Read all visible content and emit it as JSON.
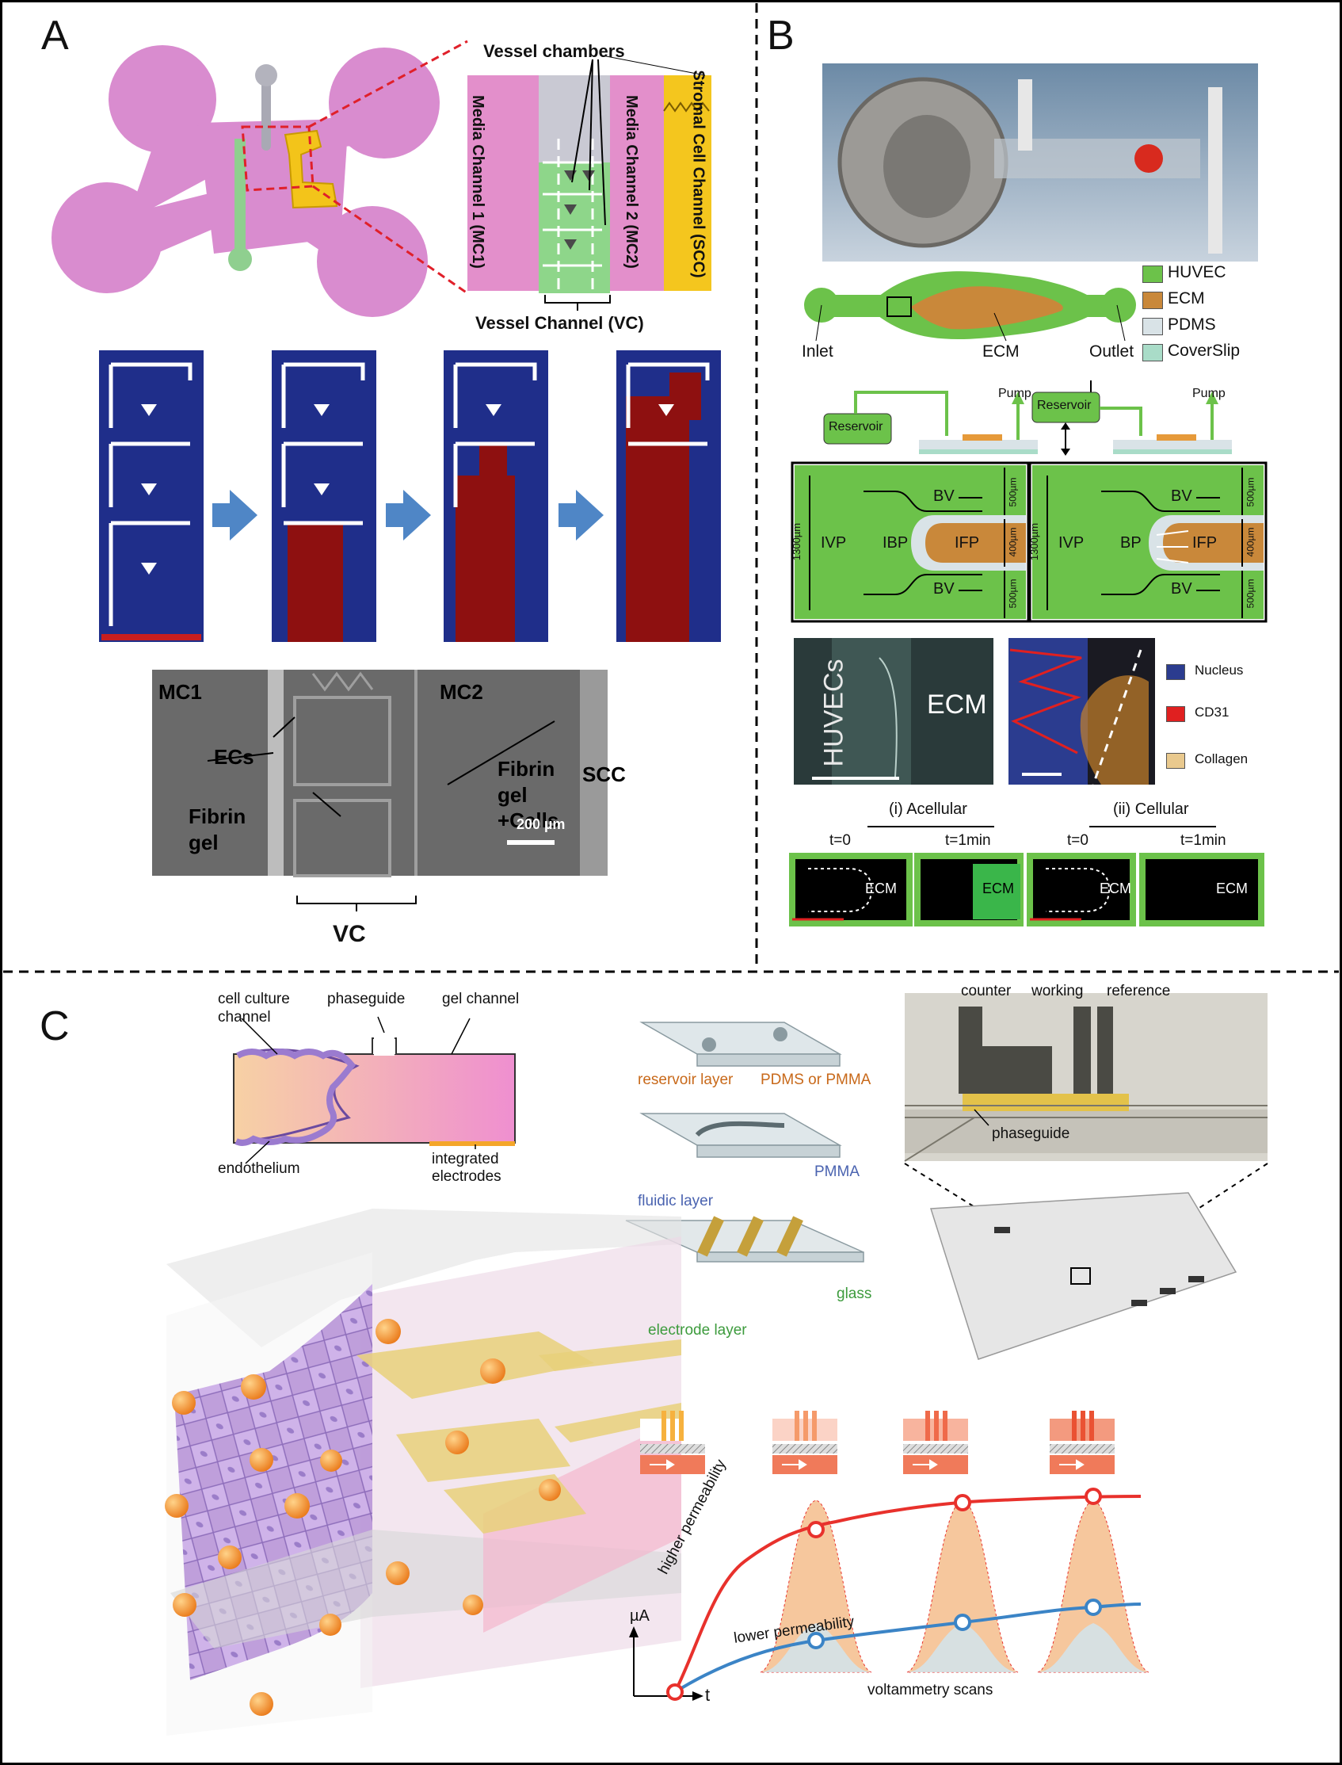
{
  "panels": {
    "a": {
      "letter": "A",
      "zoom_labels": {
        "vessel_chambers": "Vessel chambers",
        "mc1": "Media Channel 1 (MC1)",
        "mc2": "Media Channel 2 (MC2)",
        "scc": "Stromal Cell Channel (SCC)",
        "vessel_channel": "Vessel Channel (VC)"
      },
      "micrograph": {
        "mc1": "MC1",
        "mc2": "MC2",
        "ecs": "ECs",
        "fibrin_gel_1": "Fibrin",
        "fibrin_gel_2": "gel",
        "fibrin_cells_1": "Fibrin",
        "fibrin_cells_2": "gel",
        "fibrin_cells_3": "+Cells",
        "scc": "SCC",
        "scale": "200 µm",
        "vc": "VC"
      }
    },
    "b": {
      "letter": "B",
      "legend": [
        {
          "label": "HUVEC",
          "color": "#6cc24a"
        },
        {
          "label": "ECM",
          "color": "#c9883a"
        },
        {
          "label": "PDMS",
          "color": "#d9e3e7"
        },
        {
          "label": "CoverSlip",
          "color": "#a9dcc8"
        }
      ],
      "device_labels": {
        "inlet": "Inlet",
        "ecm": "ECM",
        "outlet": "Outlet"
      },
      "flow_labels": {
        "reservoir_1": "Reservoir",
        "pump_1": "Pump",
        "reservoir_2": "Reservoir",
        "pump_2": "Pump"
      },
      "schematic_left": {
        "bv_top": "BV",
        "bv_bottom": "BV",
        "ivp": "IVP",
        "ibp": "IBP",
        "ifp": "IFP",
        "height": "1300µm",
        "dim_top": "500µm",
        "dim_mid": "400µm",
        "dim_bottom": "500µm"
      },
      "schematic_right": {
        "bv_top": "BV",
        "bv_bottom": "BV",
        "ivp": "IVP",
        "bp": "BP",
        "ifp": "IFP",
        "height": "1300µm",
        "dim_top": "500µm",
        "dim_mid": "400µm",
        "dim_bottom": "500µm"
      },
      "fluor": {
        "huvecs": "HUVECs",
        "ecm": "ECM"
      },
      "stain_legend": [
        {
          "label": "Nucleus",
          "color": "#2b3c8f"
        },
        {
          "label": "CD31",
          "color": "#e02020"
        },
        {
          "label": "Collagen",
          "color": "#e9c98e"
        }
      ],
      "perm": {
        "acellular": "(i) Acellular",
        "cellular": "(ii) Cellular",
        "t0_a": "t=0",
        "t1_a": "t=1min",
        "t0_c": "t=0",
        "t1_c": "t=1min",
        "ecm_1": "ECM",
        "ecm_2": "ECM",
        "ecm_3": "ECM",
        "ecm_4": "ECM"
      }
    },
    "c": {
      "letter": "C",
      "schematic": {
        "cell_culture_1": "cell culture",
        "cell_culture_2": "channel",
        "phaseguide": "phaseguide",
        "gel_channel": "gel channel",
        "endothelium": "endothelium",
        "integrated_1": "integrated",
        "integrated_2": "electrodes"
      },
      "layers": {
        "reservoir": "reservoir layer",
        "pdms_pmma": "PDMS or PMMA",
        "fluidic": "fluidic layer",
        "pmma": "PMMA",
        "electrode": "electrode layer",
        "glass": "glass"
      },
      "photo": {
        "counter": "counter",
        "working": "working",
        "reference": "reference",
        "phaseguide": "phaseguide"
      },
      "plot": {
        "y_unit": "µA",
        "x_unit": "t",
        "higher": "higher permeability",
        "lower": "lower permeability",
        "scans": "voltammetry scans"
      }
    }
  },
  "colors": {
    "higher": "#e8312c",
    "lower": "#3b84c6",
    "peak_fill": "#f6c79d",
    "pink": "#d987c8"
  }
}
